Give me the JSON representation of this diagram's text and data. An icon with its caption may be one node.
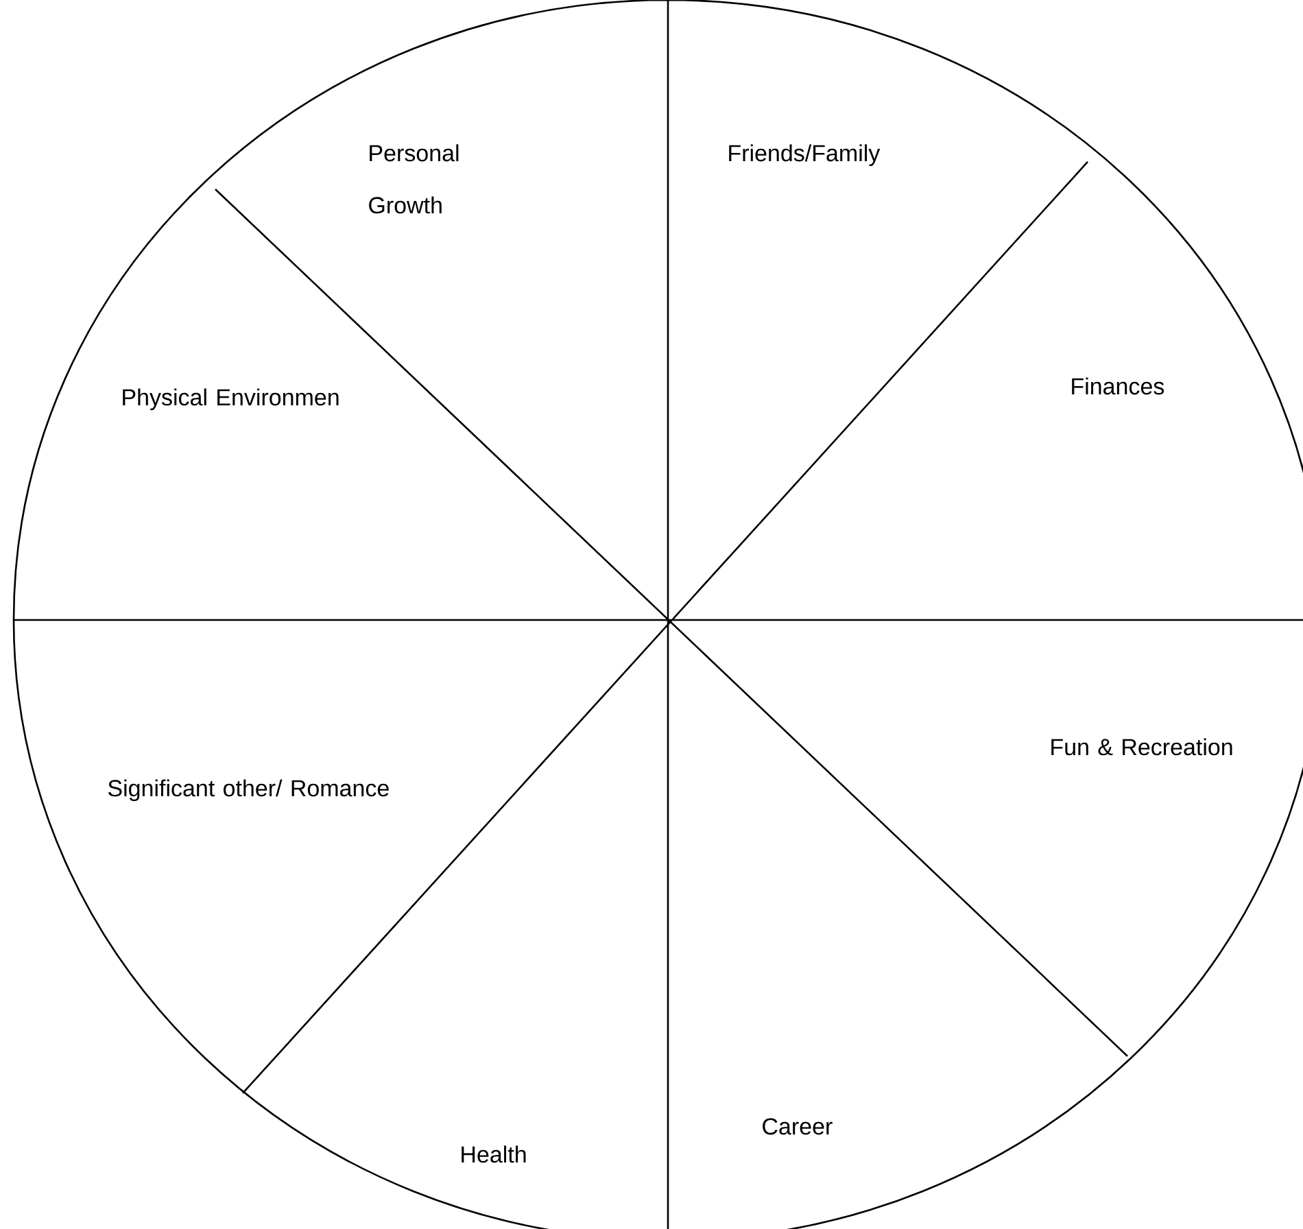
{
  "diagram": {
    "labels": [
      "Personal Growth",
      "Friends/Family",
      "Physical Environmen",
      "Finances",
      "Significant other/ Romance",
      "Fun & Recreation",
      "Health",
      "Career"
    ]
  }
}
